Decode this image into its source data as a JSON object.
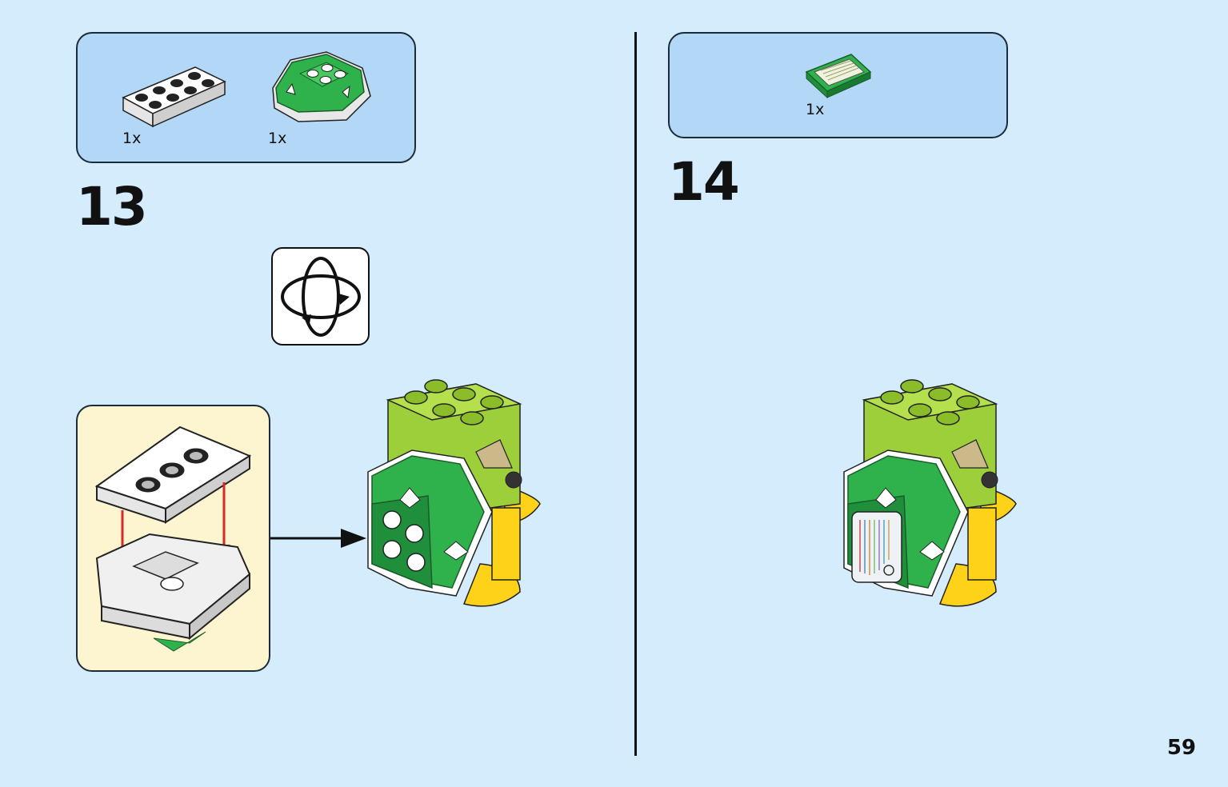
{
  "steps": [
    {
      "number": "13",
      "parts": [
        {
          "qty": "1x",
          "icon": "white-plate-2x4-icon"
        },
        {
          "qty": "1x",
          "icon": "green-shell-piece-icon"
        }
      ],
      "rotate_icon": "rotate-model-icon"
    },
    {
      "number": "14",
      "parts": [
        {
          "qty": "1x",
          "icon": "printed-green-tile-icon"
        }
      ]
    }
  ],
  "page_number": "59",
  "colors": {
    "background": "#d4ecfb",
    "parts_box": "#b3d8f7",
    "callout": "#fdf4d0",
    "lime": "#9ccf3a",
    "green": "#2fb24c",
    "yellow": "#ffd21a",
    "arrow_red": "#d42a2a"
  }
}
